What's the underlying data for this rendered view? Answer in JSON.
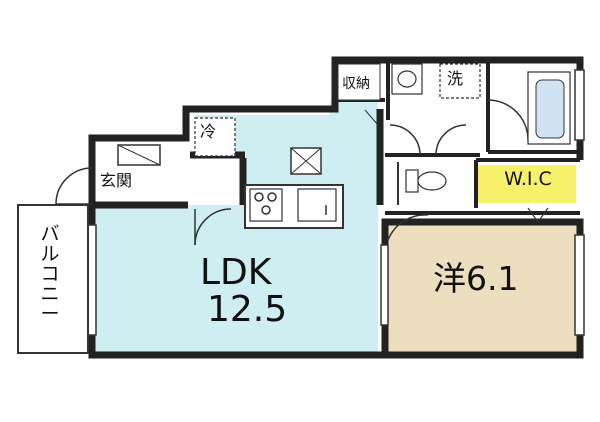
{
  "rooms": {
    "ldk_name": "LDK",
    "ldk_size": "12.5",
    "western_room": "洋6.1",
    "walk_in_closet": "W.I.C",
    "entrance": "玄関",
    "refrigerator": "冷",
    "storage": "収納",
    "washroom": "洗",
    "balcony": "バルコニー"
  },
  "colors": {
    "ldk_fill": "#cfeef2",
    "western_fill": "#ecdfc0",
    "wic_fill": "#f7f06a",
    "wall": "#222222"
  }
}
